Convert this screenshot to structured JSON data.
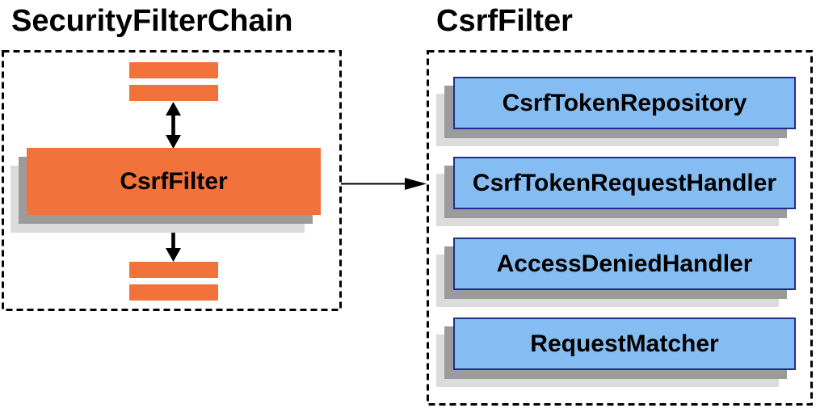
{
  "colors": {
    "orange": "#F1723B",
    "blue_fill": "#85BDF2",
    "blue_border": "#1E2E8F",
    "shadow_dark": "#9B9B9B",
    "shadow_light": "#DBDBDB",
    "text": "#000000",
    "boundary": "#000000"
  },
  "left_panel": {
    "title": "SecurityFilterChain",
    "node_label": "CsrfFilter"
  },
  "right_panel": {
    "title": "CsrfFilter",
    "components": [
      "CsrfTokenRepository",
      "CsrfTokenRequestHandler",
      "AccessDeniedHandler",
      "RequestMatcher"
    ]
  },
  "icons": {
    "bidirectional_arrow": "↕",
    "flow_arrow": "→"
  }
}
